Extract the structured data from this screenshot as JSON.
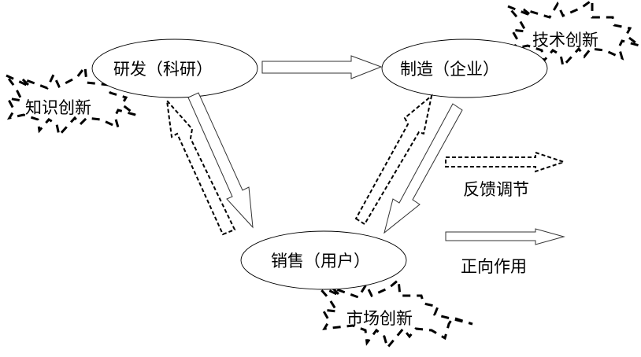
{
  "diagram": {
    "nodes": [
      {
        "id": "rnd",
        "label": "研发（科研）"
      },
      {
        "id": "manufacturing",
        "label": "制造（企业）"
      },
      {
        "id": "sales",
        "label": "销售（用户）"
      }
    ],
    "innovations": [
      {
        "id": "knowledge",
        "label": "知识创新",
        "attached_to": "rnd"
      },
      {
        "id": "technology",
        "label": "技术创新",
        "attached_to": "manufacturing"
      },
      {
        "id": "market",
        "label": "市场创新",
        "attached_to": "sales"
      }
    ],
    "edges": [
      {
        "from": "rnd",
        "to": "manufacturing",
        "type": "forward"
      },
      {
        "from": "rnd",
        "to": "sales",
        "type": "forward"
      },
      {
        "from": "sales",
        "to": "rnd",
        "type": "feedback"
      },
      {
        "from": "manufacturing",
        "to": "sales",
        "type": "forward"
      },
      {
        "from": "sales",
        "to": "manufacturing",
        "type": "feedback"
      }
    ],
    "legend": {
      "feedback": "反馈调节",
      "forward": "正向作用"
    }
  }
}
